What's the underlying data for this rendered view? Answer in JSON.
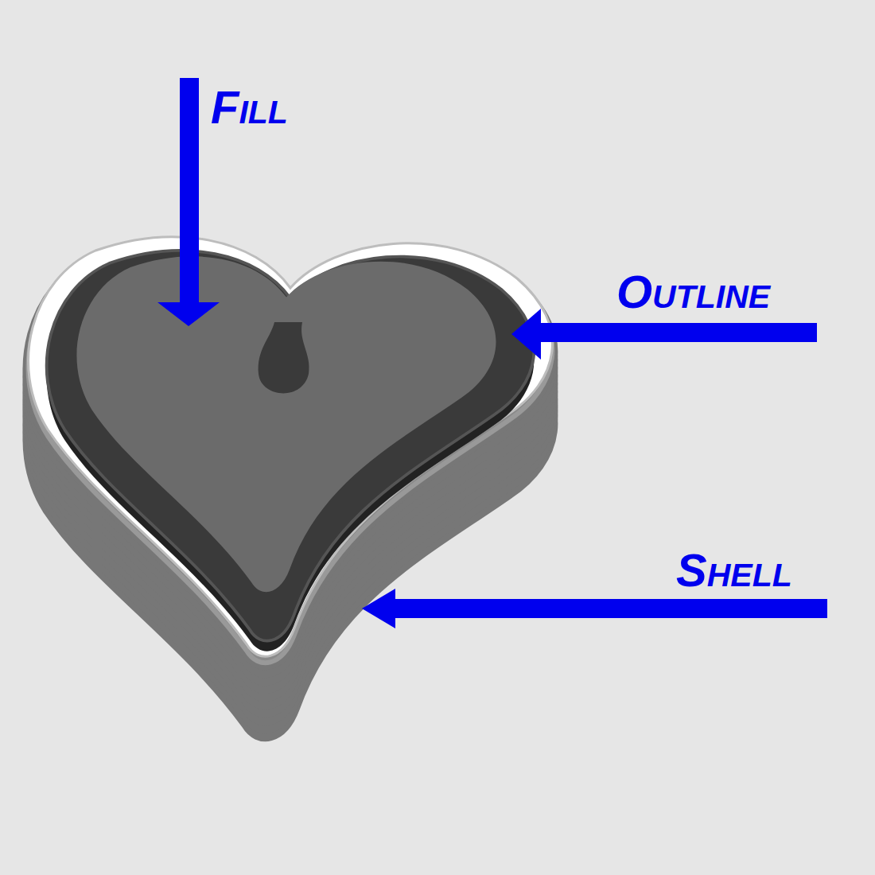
{
  "diagram": {
    "labels": [
      "Fill",
      "Outline",
      "Shell"
    ]
  }
}
